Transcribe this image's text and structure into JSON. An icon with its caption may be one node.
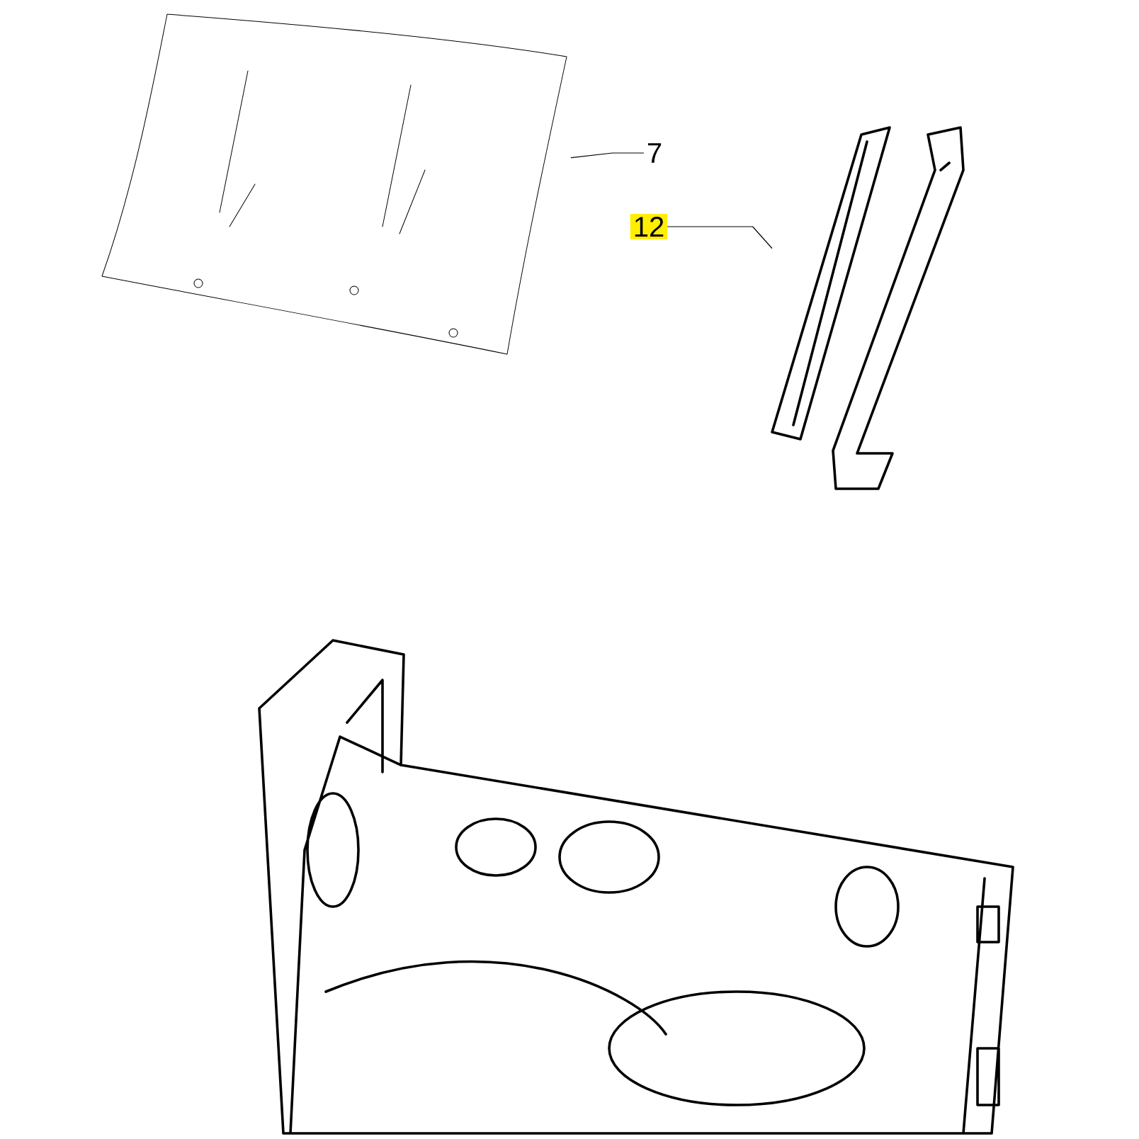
{
  "diagram": {
    "nodes": [
      {
        "text": [
          "7"
        ]
      },
      {
        "text": [],
        "shape": "picture"
      },
      {
        "text": [
          "12"
        ]
      },
      {
        "text": [],
        "shape": "picture"
      }
    ],
    "edges": [
      {
        "from": 0,
        "to": 1,
        "arrow": "none"
      },
      {
        "from": 2,
        "to": 3,
        "arrow": "none"
      }
    ]
  }
}
